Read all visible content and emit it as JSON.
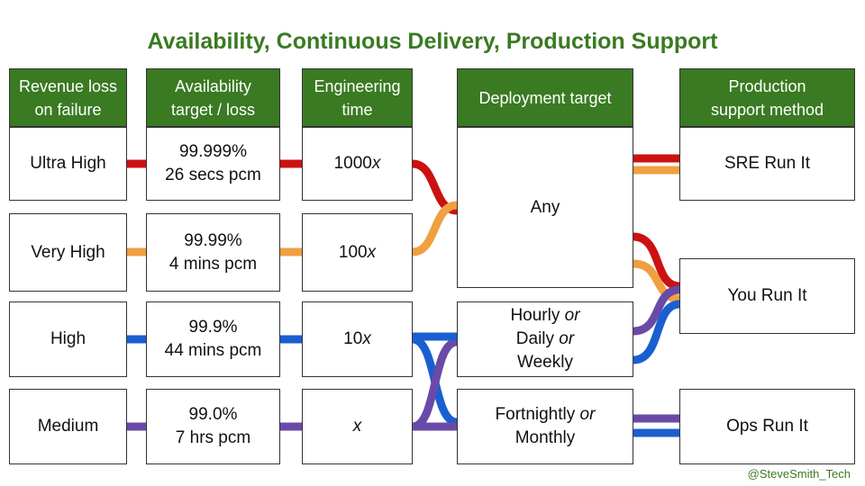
{
  "title": "Availability, Continuous Delivery, Production Support",
  "headers": {
    "revenue_loss": "Revenue loss\non failure",
    "availability": "Availability\ntarget / loss",
    "engineering": "Engineering\ntime",
    "deployment": "Deployment target",
    "production": "Production\nsupport method"
  },
  "revenue_loss": [
    "Ultra High",
    "Very High",
    "High",
    "Medium"
  ],
  "availability": [
    {
      "target": "99.999%",
      "loss": "26 secs pcm"
    },
    {
      "target": "99.99%",
      "loss": "4 mins pcm"
    },
    {
      "target": "99.9%",
      "loss": "44 mins pcm"
    },
    {
      "target": "99.0%",
      "loss": "7 hrs pcm"
    }
  ],
  "engineering": [
    {
      "value": "1000",
      "suffix": "x"
    },
    {
      "value": "100",
      "suffix": "x"
    },
    {
      "value": "10",
      "suffix": "x"
    },
    {
      "value": "",
      "suffix": "x"
    }
  ],
  "deployment": {
    "any": "Any",
    "hourly": "Hourly",
    "daily": "Daily",
    "weekly": "Weekly",
    "fortnightly": "Fortnightly",
    "monthly": "Monthly",
    "or": "or"
  },
  "production": [
    "SRE Run It",
    "You Run It",
    "Ops Run It"
  ],
  "colors": {
    "ultra_high": "#cc1111",
    "very_high": "#f0a040",
    "high": "#1a5fd0",
    "medium": "#6a4aa8",
    "header_bg": "#3a7a22"
  },
  "footer": "@SteveSmith_Tech"
}
